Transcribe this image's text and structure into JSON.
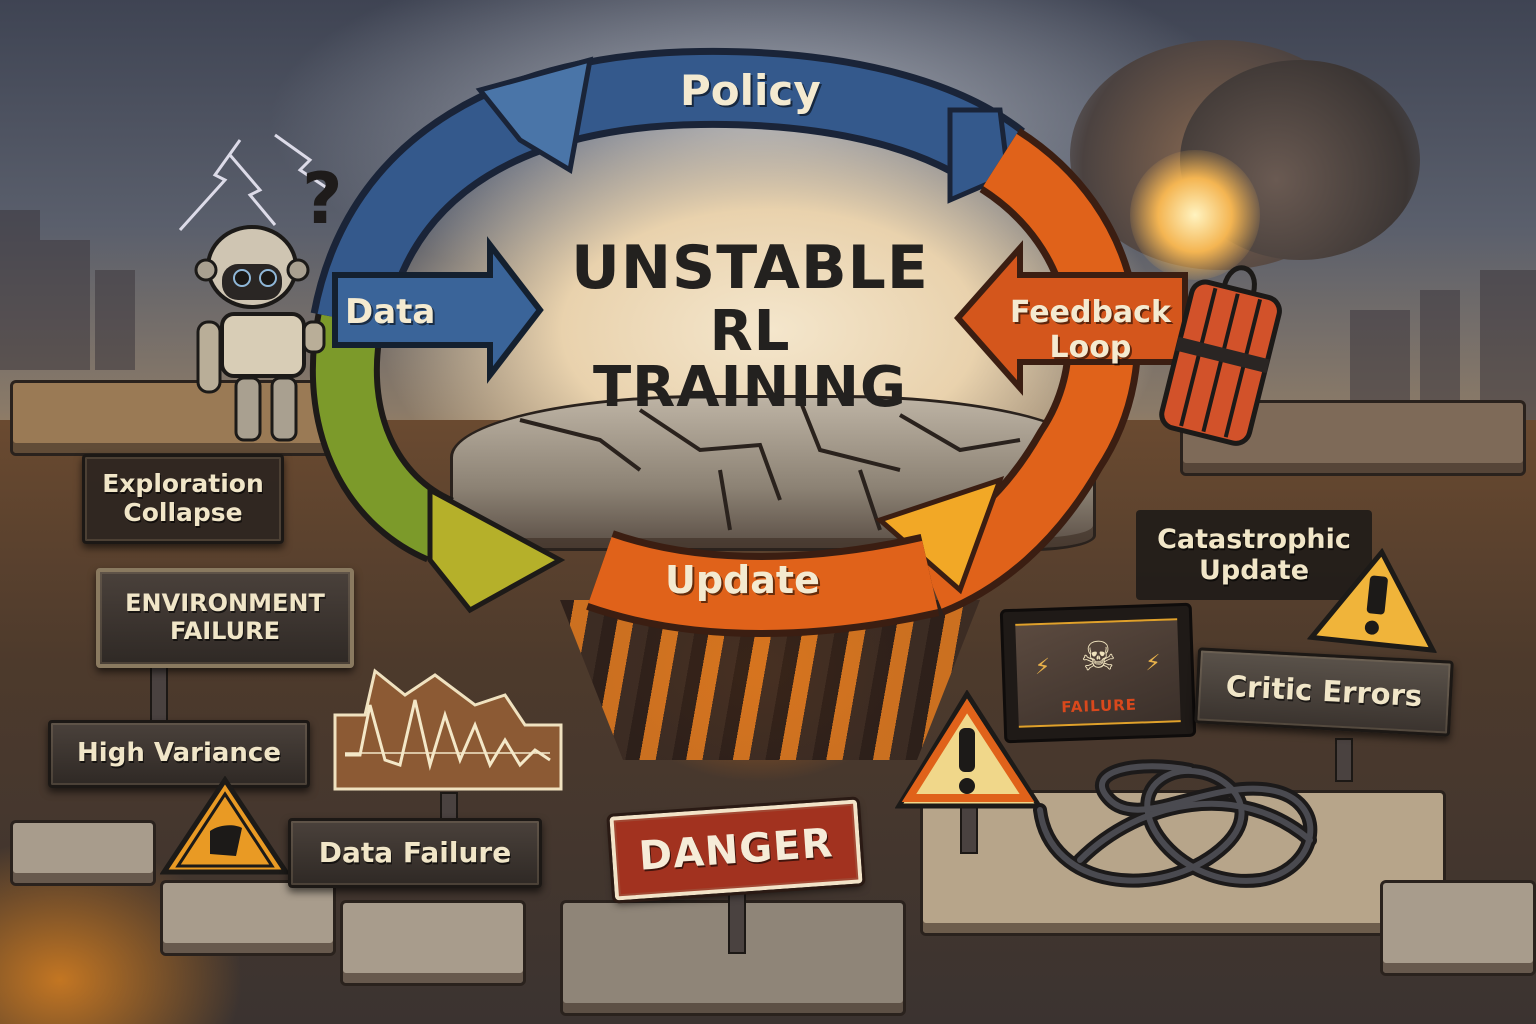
{
  "title": {
    "line1": "UNSTABLE",
    "line2": "RL TRAINING"
  },
  "cycle": {
    "stages": [
      {
        "label": "Policy",
        "color": "#2f4f7f",
        "position": "top"
      },
      {
        "label": "Feedback\nLoop",
        "line1": "Feedback",
        "line2": "Loop",
        "color": "#d4561c",
        "position": "right"
      },
      {
        "label": "Update",
        "color": "#e0621a",
        "position": "bottom"
      },
      {
        "label": "Data",
        "color": "#3a6499",
        "position": "left"
      }
    ],
    "connector_colors": {
      "policy_to_feedback": "#e36a1e",
      "feedback_to_update": "#f0a726",
      "update_to_data": "#7c9a2a"
    }
  },
  "signs": {
    "exploration_collapse": {
      "line1": "Exploration",
      "line2": "Collapse"
    },
    "environment_failure": {
      "line1": "ENVIRONMENT",
      "line2": "FAILURE"
    },
    "high_variance": {
      "label": "High Variance"
    },
    "data_failure": {
      "label": "Data Failure"
    },
    "danger": {
      "label": "DANGER",
      "color": "#a2321f"
    },
    "catastrophic_update": {
      "line1": "Catastrophic",
      "line2": "Update"
    },
    "critic_errors": {
      "label": "Critic Errors"
    },
    "monitor_failure": {
      "label": "FAILURE",
      "icon": "skull-icon"
    }
  },
  "illustrations": {
    "robot": {
      "icon": "robot-icon",
      "accessory": "question-mark-icon",
      "accessory_text": "?"
    },
    "explosion": {
      "icon": "explosion-icon"
    },
    "dynamite": {
      "icon": "dynamite-icon"
    },
    "tangled_cables": {
      "icon": "tangled-cable-icon"
    },
    "volatile_chart": {
      "icon": "volatile-line-chart-icon"
    },
    "warning_triangles": {
      "icon": "warning-triangle-icon",
      "glyph": "!"
    }
  },
  "colors": {
    "blue_arrow": "#34598c",
    "orange_arrow": "#e0621a",
    "yellow_arrow": "#f2a826",
    "green_arrow": "#7c9a2a",
    "title_text": "#23211f",
    "sign_text": "#f1e6c8",
    "warning_yellow": "#f0b43a"
  }
}
